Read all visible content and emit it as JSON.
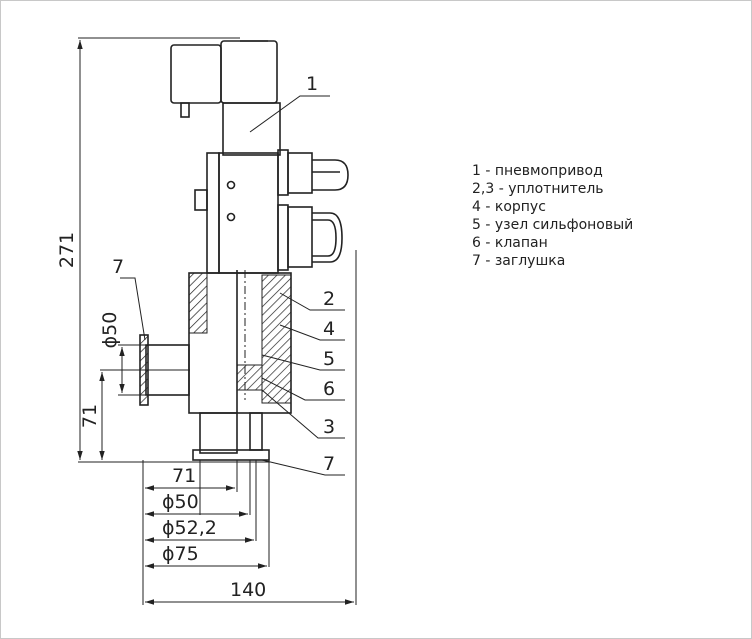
{
  "legend": [
    "1 - пневмопривод",
    "2,3 - уплотнитель",
    "4 - корпус",
    "5 - узел сильфоновый",
    "6 - клапан",
    "7 - заглушка"
  ],
  "dimensions": {
    "height_total": "271",
    "height_outlet": "71",
    "dia_side": "ϕ50",
    "width_71": "71",
    "dia_50": "ϕ50",
    "dia_52": "ϕ52,2",
    "dia_75": "ϕ75",
    "width_total": "140"
  },
  "callouts": [
    "1",
    "2",
    "4",
    "5",
    "6",
    "3",
    "7",
    "7"
  ],
  "colors": {
    "line": "#222222",
    "frame": "#c8c8c8"
  }
}
